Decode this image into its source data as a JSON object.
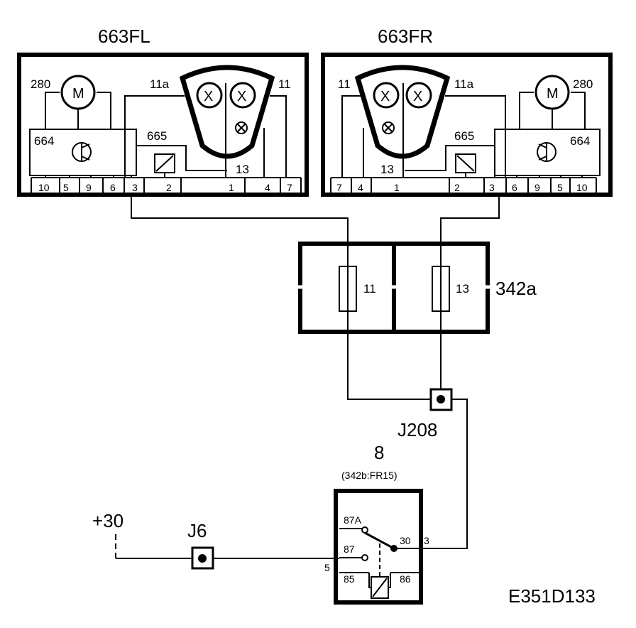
{
  "modules": {
    "left": {
      "title": "663FL",
      "motor_ref": "280",
      "motor_symbol": "M",
      "sensor_ref": "664",
      "solenoid_ref": "665",
      "lamp_a": "11a",
      "lamp_b": "11",
      "lamp_c": "13",
      "lamp_symbol": "X",
      "pins": [
        "10",
        "5",
        "9",
        "6",
        "3",
        "2",
        "1",
        "4",
        "7"
      ]
    },
    "right": {
      "title": "663FR",
      "motor_ref": "280",
      "motor_symbol": "M",
      "sensor_ref": "664",
      "solenoid_ref": "665",
      "lamp_a": "11a",
      "lamp_b": "11",
      "lamp_c": "13",
      "lamp_symbol": "X",
      "pins": [
        "7",
        "4",
        "1",
        "2",
        "3",
        "6",
        "9",
        "5",
        "10"
      ]
    }
  },
  "fusebox": {
    "label": "342a",
    "fuse_left": "11",
    "fuse_right": "13"
  },
  "junctions": {
    "j208": "J208",
    "j6": "J6"
  },
  "relay": {
    "number": "8",
    "location": "(342b:FR15)",
    "pin_87a": "87A",
    "pin_87": "87",
    "pin_30": "30",
    "pin_85": "85",
    "pin_86": "86",
    "pin_3": "3",
    "pin_5": "5"
  },
  "supply": "+30",
  "diagram_id": "E351D133"
}
